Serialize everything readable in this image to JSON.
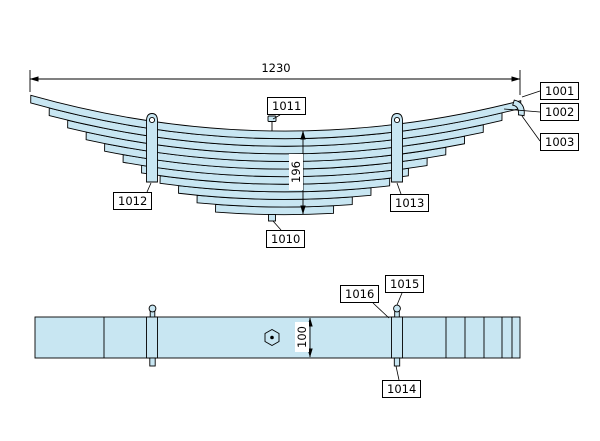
{
  "colors": {
    "leaf_fill": "#c8e6f2",
    "outline": "#000000",
    "background": "#ffffff"
  },
  "side_view": {
    "leaf_count": 11,
    "dim_length": "1230",
    "dim_height": "196",
    "callouts": {
      "c1001": "1001",
      "c1002": "1002",
      "c1003": "1003",
      "c1010": "1010",
      "c1011": "1011",
      "c1012": "1012",
      "c1013": "1013"
    }
  },
  "plan_view": {
    "dim_width": "100",
    "callouts": {
      "c1014": "1014",
      "c1015": "1015",
      "c1016": "1016"
    }
  }
}
